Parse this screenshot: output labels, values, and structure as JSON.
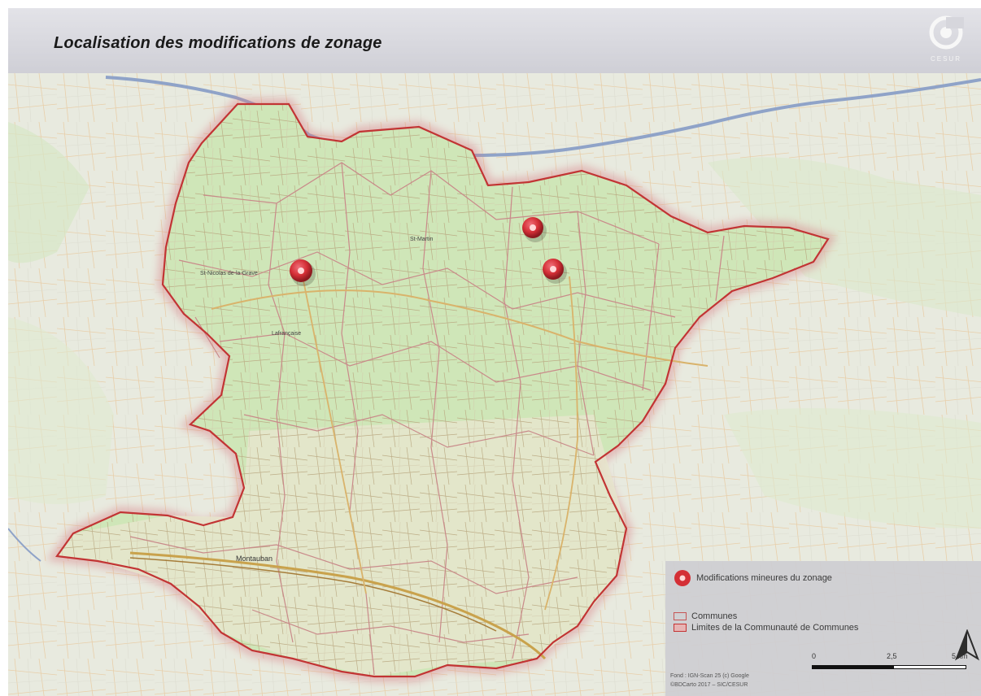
{
  "header": {
    "title": "Localisation des modifications de zonage",
    "logo_text": "CESUR"
  },
  "map": {
    "towns": [
      {
        "id": "montauban",
        "label": "Montauban"
      },
      {
        "id": "st-nicolas",
        "label": "St-Nicolas de-la-Grave"
      },
      {
        "id": "st-martin",
        "label": "St-Martin"
      },
      {
        "id": "lafrancaise",
        "label": "Lafrançaise"
      }
    ],
    "colors": {
      "community_fill": "#cfe6b8",
      "community_border": "#c23434",
      "commune_border": "#c98a8a",
      "river": "#8fa3c8",
      "background": "#e8eadf",
      "marker": "#d42f36"
    }
  },
  "legend": {
    "marker_label": "Modifications mineures du zonage",
    "communes_label": "Communes",
    "limits_label": "Limites de la Communauté de Communes",
    "scale": [
      "0",
      "2,5",
      "5 km"
    ],
    "source_line1": "Fond : IGN-Scan 25 (c) Google",
    "source_line2": "©BDCarto 2017 – SIC/CESUR"
  }
}
